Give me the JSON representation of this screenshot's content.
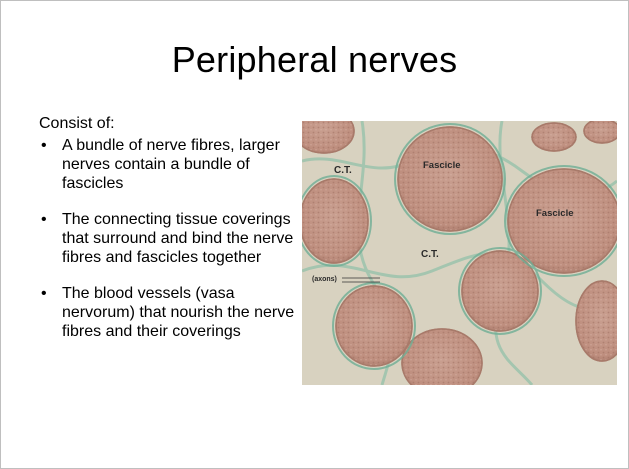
{
  "slide": {
    "title": "Peripheral nerves",
    "intro": "Consist of:",
    "bullets": [
      "A bundle of nerve fibres, larger nerves contain a bundle of fascicles",
      "The connecting tissue coverings that surround and bind the nerve fibres and fascicles together",
      "The blood vessels (vasa nervorum) that nourish the nerve fibres and their coverings"
    ],
    "bullet_symbol": "•"
  },
  "figure": {
    "labels": {
      "ct_top": "C.T.",
      "fascicle_top": "Fascicle",
      "fascicle_right": "Fascicle",
      "ct_middle": "C.T.",
      "axons": "(axons)"
    },
    "colors": {
      "background": "#d9d3c2",
      "connective_tissue": "#cfe0d2",
      "fascicle": "#c79a8a",
      "fascicle_border": "#a87a6a"
    }
  }
}
